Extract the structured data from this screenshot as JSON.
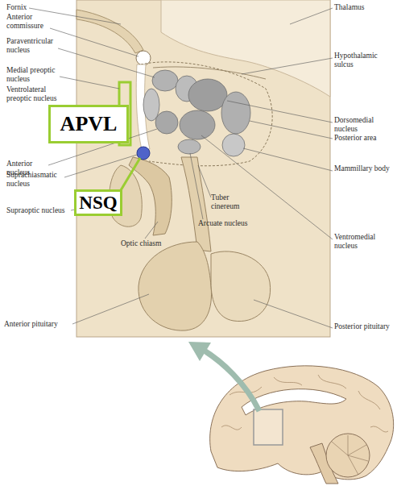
{
  "diagram": {
    "nodes": [
      {
        "text": [
          "APVL"
        ]
      },
      {
        "text": [
          "NSQ"
        ]
      }
    ],
    "labels": [
      "Fornix",
      "Anterior commissure",
      "Paraventricular nucleus",
      "Medial preoptic nucleus",
      "Ventrolateral preoptic nucleus",
      "Anterior nucleus",
      "Suprachiasmatic nucleus",
      "Supraoptic nucleus",
      "Optic chiasm",
      "Anterior pituitary",
      "Thalamus",
      "Hypothalamic sulcus",
      "Dorsomedial nucleus",
      "Posterior area",
      "Mammillary body",
      "Ventromedial nucleus",
      "Tuber cinereum",
      "Arcuate nucleus",
      "Posterior pituitary"
    ]
  }
}
